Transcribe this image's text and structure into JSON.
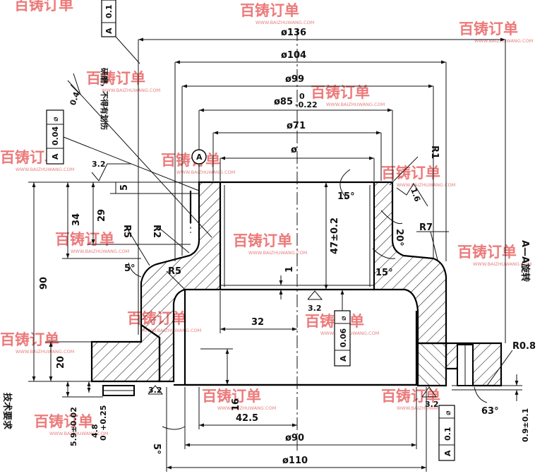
{
  "dimensions": {
    "d136": "ø136",
    "d104": "ø104",
    "d99": "ø99",
    "d85": "ø85",
    "d85_tol_upper": "0",
    "d85_tol_lower": "-0.22",
    "d71": "ø71",
    "d_bore": "ø",
    "d90": "ø90",
    "d110": "ø110",
    "h90": "90",
    "h34": "34",
    "h29": "29",
    "h5": "5",
    "h20": "20",
    "h16": "16",
    "w32": "32",
    "w42_5": "42.5",
    "h1": "1",
    "bore_len": "47±0.2",
    "h5_9": "5.9±0.02",
    "h4_8": "4.8",
    "h4_8_tol": "+0.25",
    "h4_8_tol_lower": "0",
    "h0_9": "0.9±0.1"
  },
  "radii": {
    "r1": "R1",
    "r2": "R2",
    "r5": "R5",
    "r5b": "R5",
    "r7": "R7",
    "r0_8": "R0.8"
  },
  "angles": {
    "a15_top": "15°",
    "a20": "20°",
    "a15_right": "15°",
    "a5_left": "5°",
    "a5_bottom": "5°",
    "a63": "63°"
  },
  "roughness": {
    "r3_2_top": "3.2",
    "r1_6": "1.6",
    "r3_2_center": "3.2",
    "r3_2_bottom": "3.2",
    "r3_2_right": "3.2",
    "r0_4": "0.4"
  },
  "tolerances": {
    "top_frame_val": "0.1",
    "top_frame_ref": "A",
    "left_frame_sym": "⌀",
    "left_frame_val": "0.04",
    "left_frame_ref": "A",
    "center_frame_sym": "⌀",
    "center_frame_val": "0.06",
    "center_frame_ref": "A",
    "right_frame_sym": "⌀",
    "right_frame_val": "0.1",
    "right_frame_ref": "A"
  },
  "datum": {
    "label": "A"
  },
  "notes": {
    "lapping": "研磨，不得有划伤",
    "section_view": "A—A旋转",
    "tech_req": "技术要求"
  },
  "watermark": {
    "brand": "百铸订单",
    "url": "WWW.BAIZHUWANG.COM"
  }
}
